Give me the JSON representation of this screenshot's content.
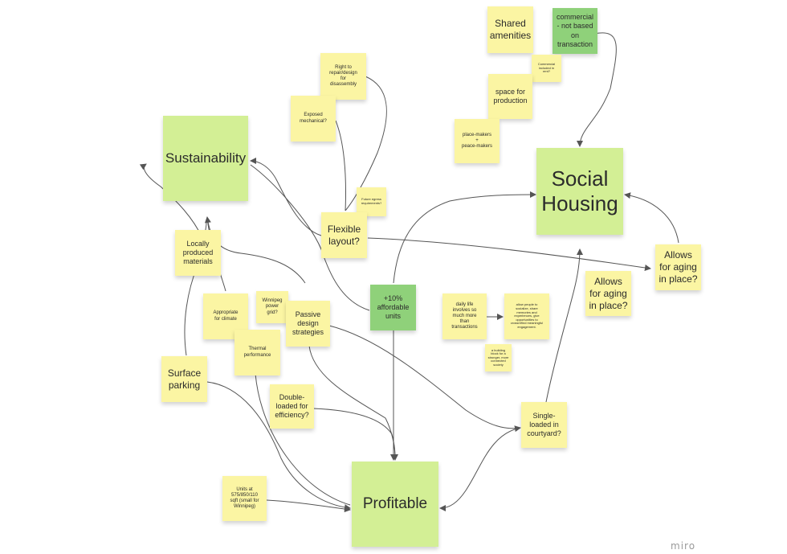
{
  "notes": {
    "shared_amenities": "Shared\namenities",
    "commercial": "commercial\n- not based\non\ntransaction",
    "commercial_rent": "Commercial\nincluded in\nrent?",
    "space_production": "space for\nproduction",
    "place_makers": "place-makers\n+\npeace-makers",
    "right_to_repair": "Right to\nrepair/design\nfor\ndisassembly",
    "exposed_mechanical": "Exposed\nmechanical?",
    "sustainability": "Sustainability",
    "social_housing": "Social\nHousing",
    "future_egress": "Future egress\nrequirements?",
    "flexible_layout": "Flexible\nlayout?",
    "locally_produced": "Locally\nproduced\nmaterials",
    "allows_aging_right": "Allows\nfor aging\nin place?",
    "allows_aging_left": "Allows\nfor aging\nin place?",
    "appropriate_climate": "Appropriate\nfor climate",
    "winnipeg_power": "Winnipeg\npower\ngrid?",
    "passive_design": "Passive\ndesign\nstrategies",
    "affordable_units": "+10%\naffordable\nunits",
    "daily_life": "daily life\ninvolves so\nmuch more\nthan\ntransactions",
    "allow_people": "allow people to\nsocialize, share\nmemories and\nexperiences, give\nopportunities to\ncrossrefind meaningful\nengagement.",
    "building_block": "a building\nblock for a\nstronger, more\nconnected\nsociety",
    "thermal_performance": "Thermal\nperformance",
    "surface_parking": "Surface\nparking",
    "double_loaded": "Double-\nloaded for\nefficiency?",
    "single_loaded": "Single-\nloaded in\ncourtyard?",
    "units_sqft": "Units at\n575/850/110\nsqft (small for\nWinnipeg)",
    "profitable": "Profitable"
  },
  "colors": {
    "yellow": "#fbf5a3",
    "lime": "#d3ef95",
    "green": "#8fd17a",
    "connector": "#555555"
  },
  "watermark": "miro"
}
